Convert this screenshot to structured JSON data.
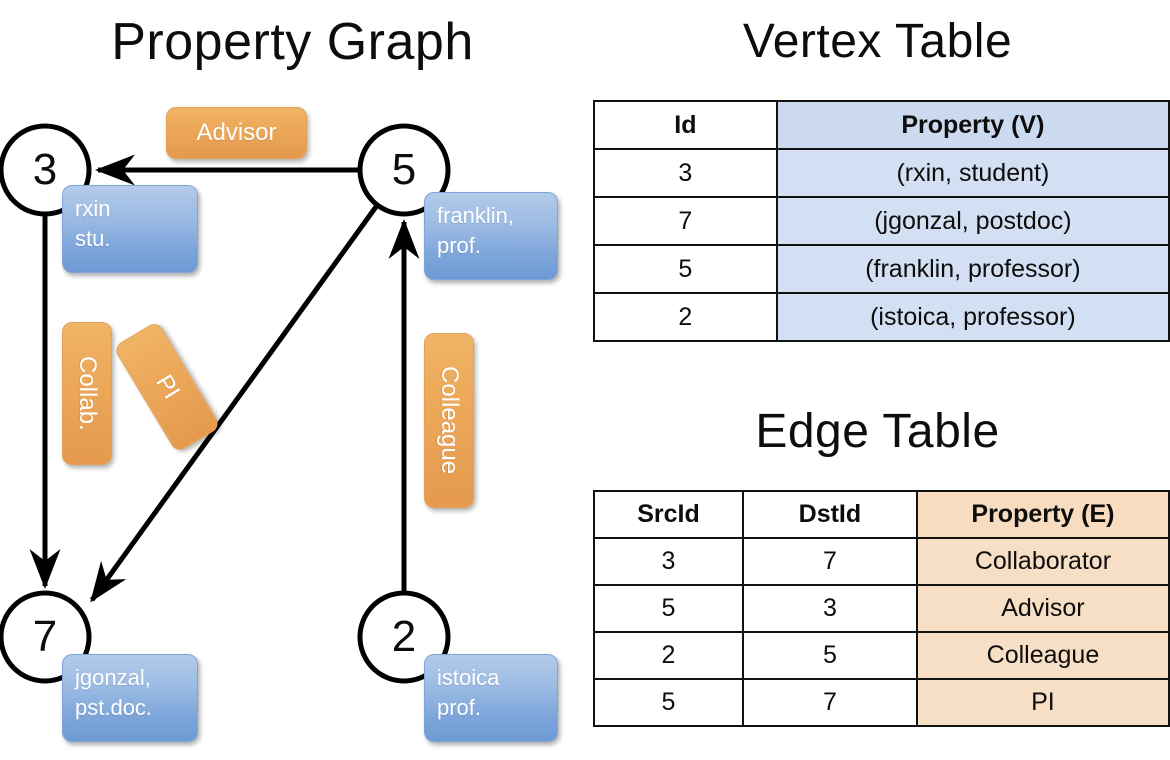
{
  "titles": {
    "property_graph": "Property Graph",
    "vertex_table": "Vertex Table",
    "edge_table": "Edge Table"
  },
  "graph": {
    "nodes": [
      {
        "id": "3",
        "property_lines": "rxin\nstu."
      },
      {
        "id": "5",
        "property_lines": "franklin,\nprof."
      },
      {
        "id": "7",
        "property_lines": "jgonzal,\npst.doc."
      },
      {
        "id": "2",
        "property_lines": "istoica\nprof."
      }
    ],
    "node_labels": {
      "n3": "3",
      "n5": "5",
      "n7": "7",
      "n2": "2"
    },
    "node_props": {
      "rxin_line1": "rxin",
      "rxin_line2": "stu.",
      "franklin_line1": "franklin,",
      "franklin_line2": "prof.",
      "jgonzal_line1": "jgonzal,",
      "jgonzal_line2": "pst.doc.",
      "istoica_line1": "istoica",
      "istoica_line2": "prof."
    },
    "edge_labels": {
      "advisor": "Advisor",
      "collab": "Collab.",
      "pi": "PI",
      "colleague": "Colleague"
    },
    "edges": [
      {
        "src": "5",
        "dst": "3",
        "label": "Advisor"
      },
      {
        "src": "3",
        "dst": "7",
        "label": "Collab."
      },
      {
        "src": "5",
        "dst": "7",
        "label": "PI"
      },
      {
        "src": "2",
        "dst": "5",
        "label": "Colleague"
      }
    ],
    "colors": {
      "vertex_box": "#8fb3e0",
      "edge_box": "#eaa458",
      "stroke": "#000000"
    }
  },
  "vertex_table": {
    "headers": {
      "id": "Id",
      "property": "Property (V)"
    },
    "rows": [
      {
        "id": "3",
        "property": "(rxin, student)"
      },
      {
        "id": "7",
        "property": "(jgonzal, postdoc)"
      },
      {
        "id": "5",
        "property": "(franklin, professor)"
      },
      {
        "id": "2",
        "property": "(istoica, professor)"
      }
    ],
    "property_fill": "#d3dff2"
  },
  "edge_table": {
    "headers": {
      "src": "SrcId",
      "dst": "DstId",
      "property": "Property (E)"
    },
    "rows": [
      {
        "src": "3",
        "dst": "7",
        "property": "Collaborator"
      },
      {
        "src": "5",
        "dst": "3",
        "property": "Advisor"
      },
      {
        "src": "2",
        "dst": "5",
        "property": "Colleague"
      },
      {
        "src": "5",
        "dst": "7",
        "property": "PI"
      }
    ],
    "property_fill": "#f7dfc5"
  }
}
